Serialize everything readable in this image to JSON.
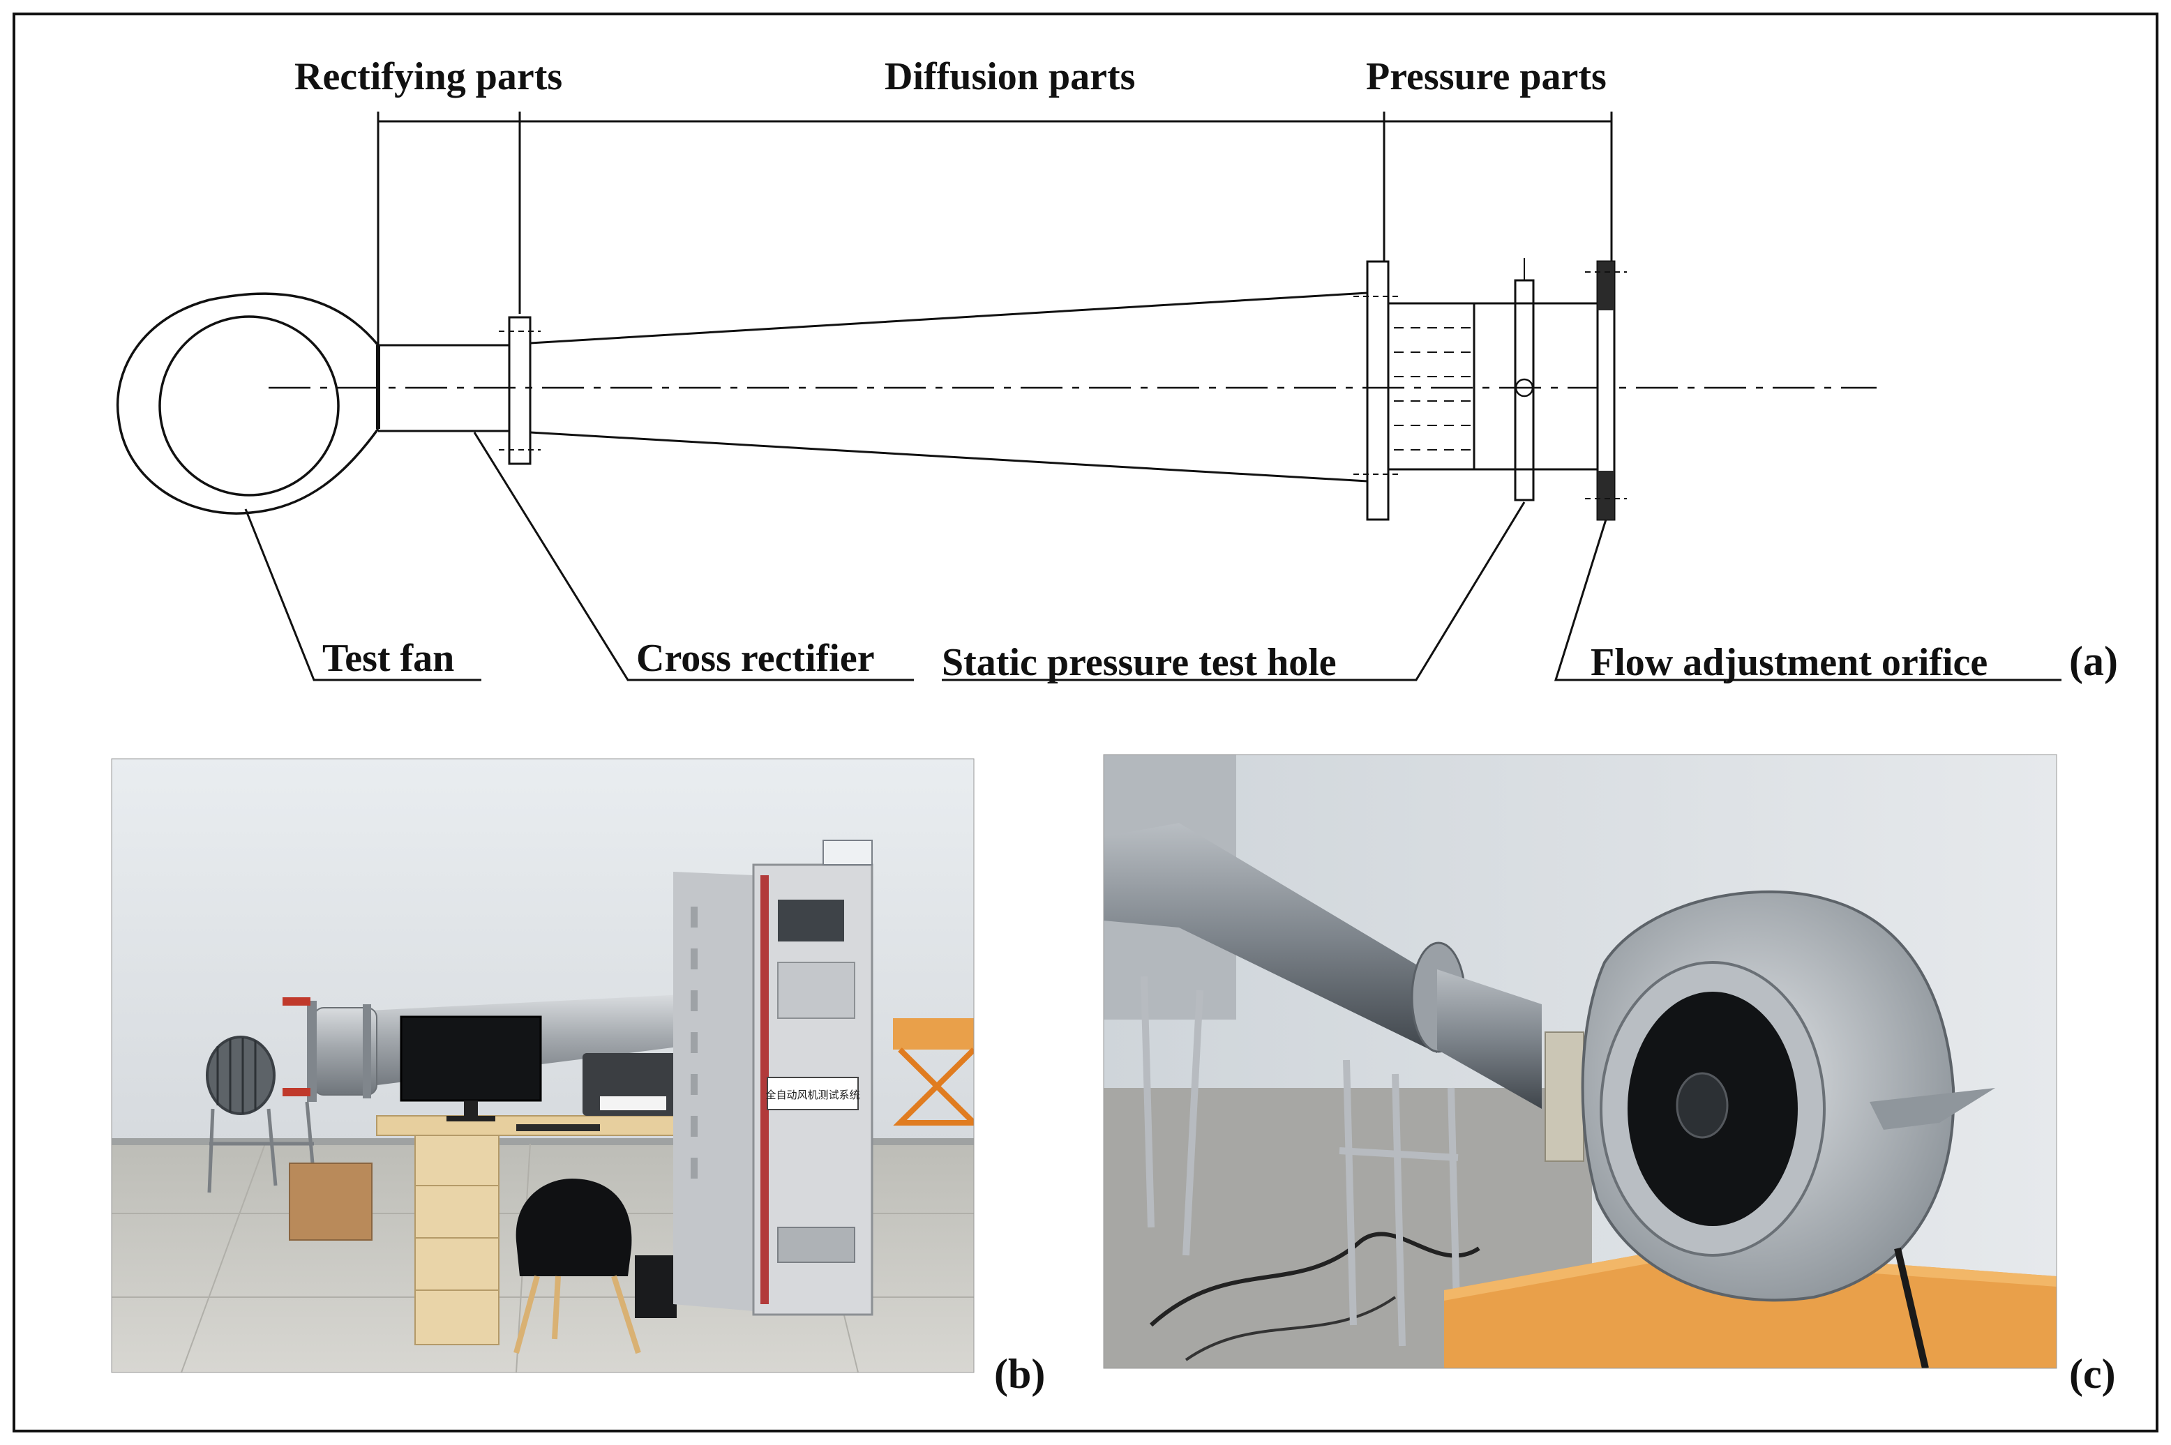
{
  "figure": {
    "top_labels": {
      "rectifying": "Rectifying parts",
      "diffusion": "Diffusion parts",
      "pressure": "Pressure parts"
    },
    "bottom_labels": {
      "test_fan": "Test fan",
      "cross_rectifier": "Cross rectifier",
      "static_pressure_hole": "Static pressure test hole",
      "flow_orifice": "Flow adjustment orifice"
    },
    "panel_labels": {
      "a": "(a)",
      "b": "(b)",
      "c": "(c)"
    },
    "cabinet_sign": "全自动风机测试系统",
    "colors": {
      "line": "#111111",
      "orifice_fill": "#2a2a2a",
      "photo_wall": "#dfe3e6",
      "photo_floor": "#c9c8c2",
      "cabinet": "#d7d9dc",
      "orange_stand": "#e9a04a",
      "steel": "#a9adb2"
    }
  }
}
